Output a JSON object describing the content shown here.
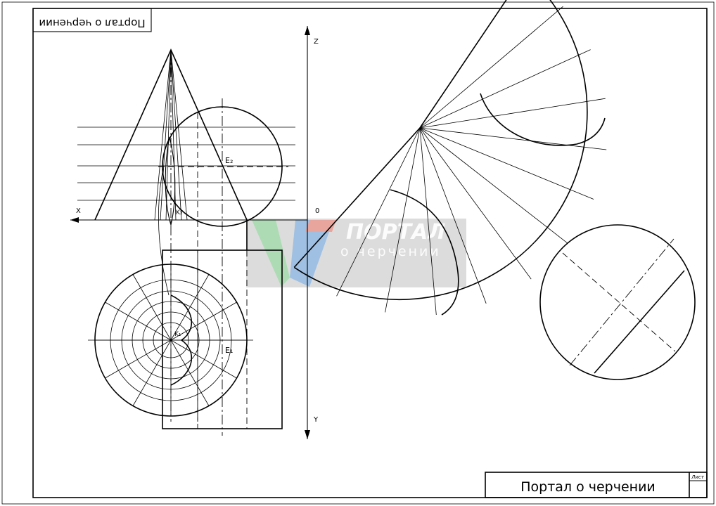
{
  "corner_stamp": "Портал о черчении",
  "title_block": {
    "title": "Портал о черчении",
    "sheet_label": "Лист"
  },
  "axes": {
    "x": "X",
    "z": "Z",
    "y": "Y",
    "origin": "0"
  },
  "points": {
    "e2": "E₂",
    "e1": "E₁",
    "k2": "K₂",
    "k1": "K₁"
  },
  "watermark": {
    "line1": "ПОРТАЛ",
    "line2": "о черчении"
  },
  "colors": {
    "ink": "#000000",
    "watermark_green": "#9fd5a8",
    "watermark_blue": "#8fb6dd",
    "watermark_red": "#e5968c",
    "watermark_gray": "#b5b5b5"
  }
}
